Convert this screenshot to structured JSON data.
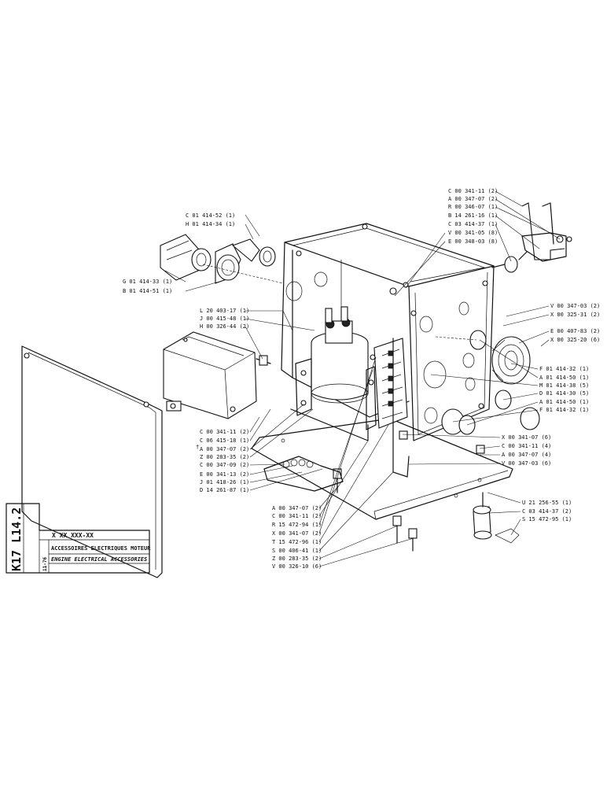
{
  "labels": [
    {
      "id": "C01414-52",
      "text": "C 01 414-52 (1)"
    },
    {
      "id": "H01414-34",
      "text": "H 01 414-34 (1)"
    },
    {
      "id": "G01414-33",
      "text": "G 01 414-33 (1)"
    },
    {
      "id": "B01414-51",
      "text": "B 01 414-51 (1)"
    },
    {
      "id": "L20403-17",
      "text": "L 20 403-17 (1)"
    },
    {
      "id": "J00415-48",
      "text": "J 00 415-48 (1)"
    },
    {
      "id": "H00326-44",
      "text": "H 00 326-44 (2)"
    },
    {
      "id": "C00341-11a",
      "text": "C 00 341-11 (2)"
    },
    {
      "id": "C06415-18",
      "text": "C 06 415-18 (1)"
    },
    {
      "id": "A00347-07a",
      "text": "A 00 347-07 (2)"
    },
    {
      "id": "Z00283-35a",
      "text": "Z 00 283-35 (2)"
    },
    {
      "id": "C00347-09",
      "text": "C 00 347-09 (2)"
    },
    {
      "id": "E00341-13",
      "text": "E 00 341-13 (2)"
    },
    {
      "id": "J01418-26",
      "text": "J 01 418-26 (1)"
    },
    {
      "id": "D14261-87",
      "text": "D 14 261-87 (1)"
    },
    {
      "id": "A00347-07b",
      "text": "A 00 347-07 (2)"
    },
    {
      "id": "C00341-11b",
      "text": "C 00 341-11 (2)"
    },
    {
      "id": "R15472-94",
      "text": "R 15 472-94 (1)"
    },
    {
      "id": "X00341-07a",
      "text": "X 00 341-07 (2)"
    },
    {
      "id": "T15472-96",
      "text": "T 15 472-96 (1)"
    },
    {
      "id": "S00406-41",
      "text": "S 00 406-41 (1)"
    },
    {
      "id": "Z00283-35b",
      "text": "Z 00 283-35 (2)"
    },
    {
      "id": "V00326-10",
      "text": "V 00 326-10 (6)"
    },
    {
      "id": "C00341-11c",
      "text": "C 00 341-11 (2)"
    },
    {
      "id": "A00347-07c",
      "text": "A 00 347-07 (2)"
    },
    {
      "id": "R00346-07",
      "text": "R 00 346-07 (1)"
    },
    {
      "id": "B14261-16",
      "text": "B 14 261-16 (1)"
    },
    {
      "id": "C03414-37a",
      "text": "C 03 414-37 (1)"
    },
    {
      "id": "V00341-05",
      "text": "V 00 341-05 (8)"
    },
    {
      "id": "E00348-03",
      "text": "E 00 348-03 (8)"
    },
    {
      "id": "V00347-03a",
      "text": "V 00 347-03 (2)"
    },
    {
      "id": "X00325-31",
      "text": "X 00 325-31 (2)"
    },
    {
      "id": "E00407-83",
      "text": "E 00 407-83 (2)"
    },
    {
      "id": "X00325-20",
      "text": "X 00 325-20 (6)"
    },
    {
      "id": "F01414-32a",
      "text": "F 01 414-32 (1)"
    },
    {
      "id": "A01414-50a",
      "text": "A 01 414-50 (1)"
    },
    {
      "id": "M01414-38",
      "text": "M 01 414-38 (5)"
    },
    {
      "id": "D01414-30",
      "text": "D 01 414-30 (5)"
    },
    {
      "id": "A01414-50b",
      "text": "A 01 414-50 (1)"
    },
    {
      "id": "F01414-32b",
      "text": "F 01 414-32 (1)"
    },
    {
      "id": "X00341-07b",
      "text": "X 00 341-07 (6)"
    },
    {
      "id": "C00341-11d",
      "text": "C 00 341-11 (4)"
    },
    {
      "id": "A00347-07d",
      "text": "A 00 347-07 (4)"
    },
    {
      "id": "V00347-03b",
      "text": "V 00 347-03 (6)"
    },
    {
      "id": "U21256-55",
      "text": "U 21 256-55 (1)"
    },
    {
      "id": "C03414-37b",
      "text": "C 03 414-37 (2)"
    },
    {
      "id": "S15472-95",
      "text": "S 15 472-95 (1)"
    }
  ],
  "title_block": {
    "code": "K17 L14.2",
    "part_no": "X XX XXX-XX",
    "date": "11-76",
    "title_fr": "ACCESSOIRES ELECTRIQUES MOTEUR",
    "title_en": "ENGINE ELECTRICAL ACCESSORIES"
  },
  "dagger": "†"
}
